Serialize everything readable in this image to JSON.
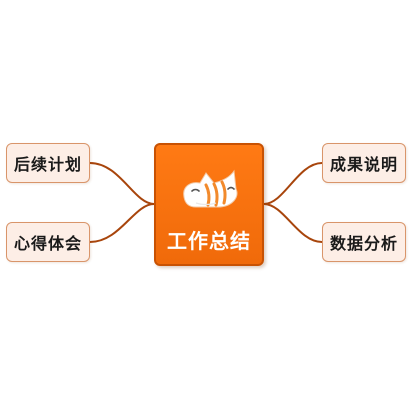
{
  "center": {
    "label": "工作总结",
    "icon": "cat-icon"
  },
  "topics": {
    "left_top": "后续计划",
    "left_bottom": "心得体会",
    "right_top": "成果说明",
    "right_bottom": "数据分析"
  },
  "colors": {
    "center_fill": "#f2700c",
    "center_border": "#c85203",
    "topic_fill": "#fdeee6",
    "topic_border": "#d9956a",
    "connector": "#a8450c"
  }
}
